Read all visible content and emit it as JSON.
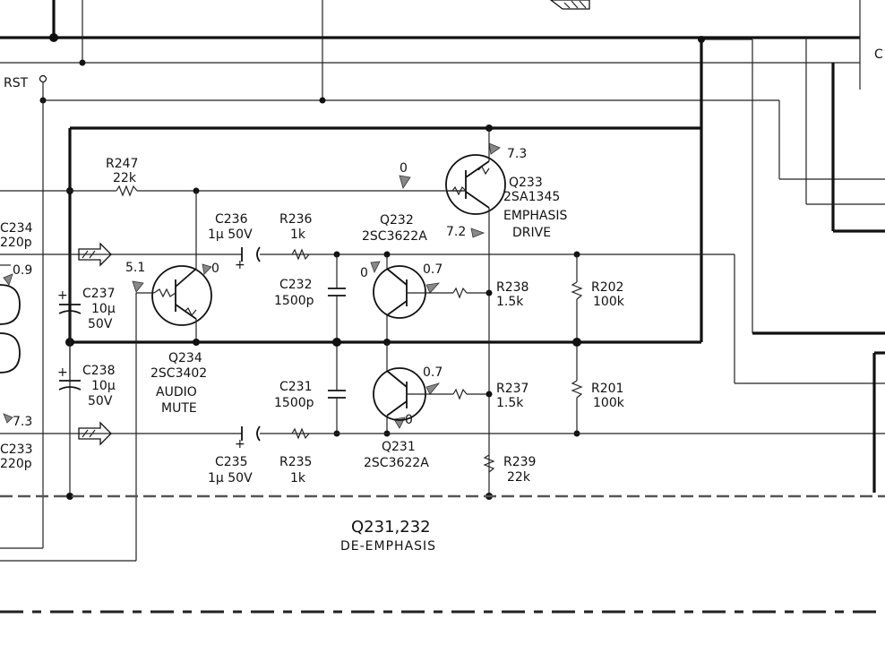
{
  "labels": {
    "rst": "RST",
    "r247": "R247",
    "r247v": "22k",
    "c234": "C234",
    "c234v": "220p",
    "c233": "C233",
    "c233v": "220p",
    "v09": "0.9",
    "v73l": "7.3",
    "c237": "C237",
    "c237v1": "10μ",
    "c237v2": "50V",
    "c238": "C238",
    "c238v1": "10μ",
    "c238v2": "50V",
    "v51": "5.1",
    "q234": "Q234",
    "q234t": "2SC3402",
    "q234f1": "AUDIO",
    "q234f2": "MUTE",
    "v0a": "0",
    "c236": "C236",
    "c236v": "1μ 50V",
    "r236": "R236",
    "r236v": "1k",
    "c232": "C232",
    "c232v": "1500p",
    "q232": "Q232",
    "q232t": "2SC3622A",
    "v0b": "0",
    "v07a": "0.7",
    "r238": "R238",
    "r238v": "1.5k",
    "r202": "R202",
    "r202v": "100k",
    "v0c": "0",
    "q233": "Q233",
    "q233t": "2SA1345",
    "q233f1": "EMPHASIS",
    "q233f2": "DRIVE",
    "v73": "7.3",
    "v72": "7.2",
    "c231": "C231",
    "c231v": "1500p",
    "v07b": "0.7",
    "v0d": "0",
    "r237": "R237",
    "r237v": "1.5k",
    "r201": "R201",
    "r201v": "100k",
    "q231": "Q231",
    "q231t": "2SC3622A",
    "c235": "C235",
    "c235v": "1μ 50V",
    "r235": "R235",
    "r235v": "1k",
    "r239": "R239",
    "r239v": "22k",
    "section_title": "Q231,232",
    "section_sub": "DE-EMPHASIS",
    "edge_c": "C"
  }
}
